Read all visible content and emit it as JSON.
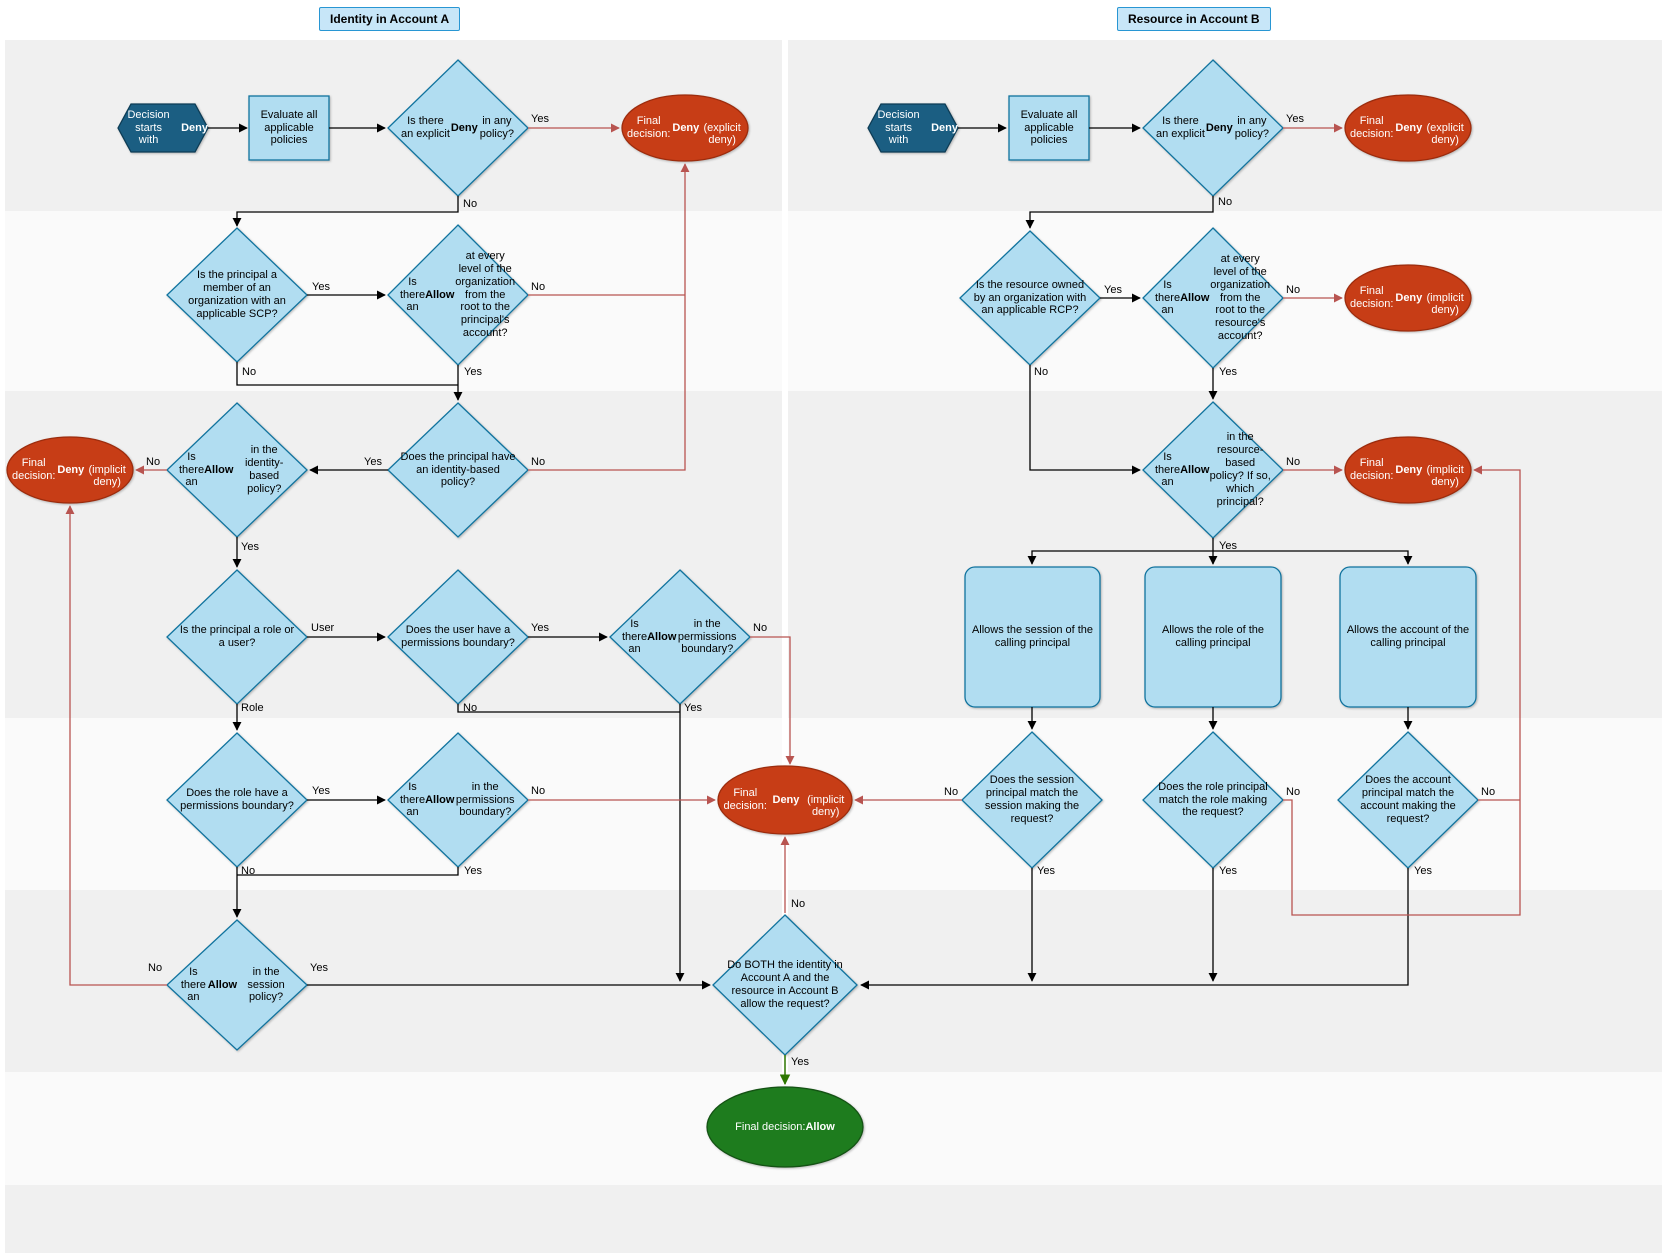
{
  "titles": {
    "left": "Identity in Account A",
    "right": "Resource in Account B"
  },
  "labels": {
    "yes": "Yes",
    "no": "No",
    "user": "User",
    "role": "Role"
  },
  "colors": {
    "node_fill": "#b1ddf1",
    "node_stroke": "#10739e",
    "start_fill": "#1b5e82",
    "deny_fill": "#c73d16",
    "allow_fill": "#1e7c1e",
    "edge": "#000000",
    "deny_edge": "#b85450",
    "allow_edge": "#2d7600"
  },
  "nodes": {
    "l_start": "Decision starts<br>with <b>Deny</b>",
    "l_eval": "Evaluate all applicable policies",
    "l_explicit": "Is there an explicit <b>Deny</b> in any policy?",
    "l_deny_explicit": "Final decision:<br><b>Deny</b><br>(explicit deny)",
    "l_scp": "Is the principal a member of an organization with an applicable SCP?",
    "l_org_allow": "Is there an <b>Allow</b> at every level of the organization from the root to the principal's account?",
    "l_deny_implicit": "Final decision:<br><b>Deny</b><br>(implicit deny)",
    "l_idb_allow": "Is there an <b>Allow</b> in the identity-based policy?",
    "l_idb_exists": "Does the principal have an identity-based policy?",
    "l_role_or_user": "Is the principal a role or a user?",
    "l_user_pb": "Does the user have a permissions boundary?",
    "l_pb_allow_user": "Is there an <b>Allow</b> in the permissions boundary?",
    "l_role_pb": "Does the role have a permissions boundary?",
    "l_pb_allow_role": "Is there an <b>Allow</b> in the permissions boundary?",
    "l_session_allow": "Is there an <b>Allow</b> in the session policy?",
    "c_deny_implicit": "Final decision:<br><b>Deny</b><br>(implicit deny)",
    "c_both": "Do BOTH the identity in Account A and the resource in Account B allow the request?",
    "c_allow": "Final decision:<br><b>Allow</b>",
    "r_start": "Decision starts<br>with <b>Deny</b>",
    "r_eval": "Evaluate all applicable policies",
    "r_explicit": "Is there an explicit <b>Deny</b> in any policy?",
    "r_deny_explicit": "Final decision:<br><b>Deny</b><br>(explicit deny)",
    "r_rcp": "Is the resource owned by an organization with an applicable RCP?",
    "r_org_allow": "Is there an <b>Allow</b> at every level of the organization from the root to the resource's account?",
    "r_deny_implicit_1": "Final decision:<br><b>Deny</b><br>(implicit deny)",
    "r_rbp_allow": "Is there an <b>Allow</b> in the resource-based policy? If so, which principal?",
    "r_deny_implicit_2": "Final decision:<br><b>Deny</b><br>(implicit deny)",
    "r_allows_session": "Allows the session of the calling principal",
    "r_allows_role": "Allows the role of the calling principal",
    "r_allows_account": "Allows the account of the calling principal",
    "r_session_match": "Does the session principal match the session making the request?",
    "r_role_match": "Does the role principal match the role making the request?",
    "r_account_match": "Does the account principal match the account making the request?"
  }
}
